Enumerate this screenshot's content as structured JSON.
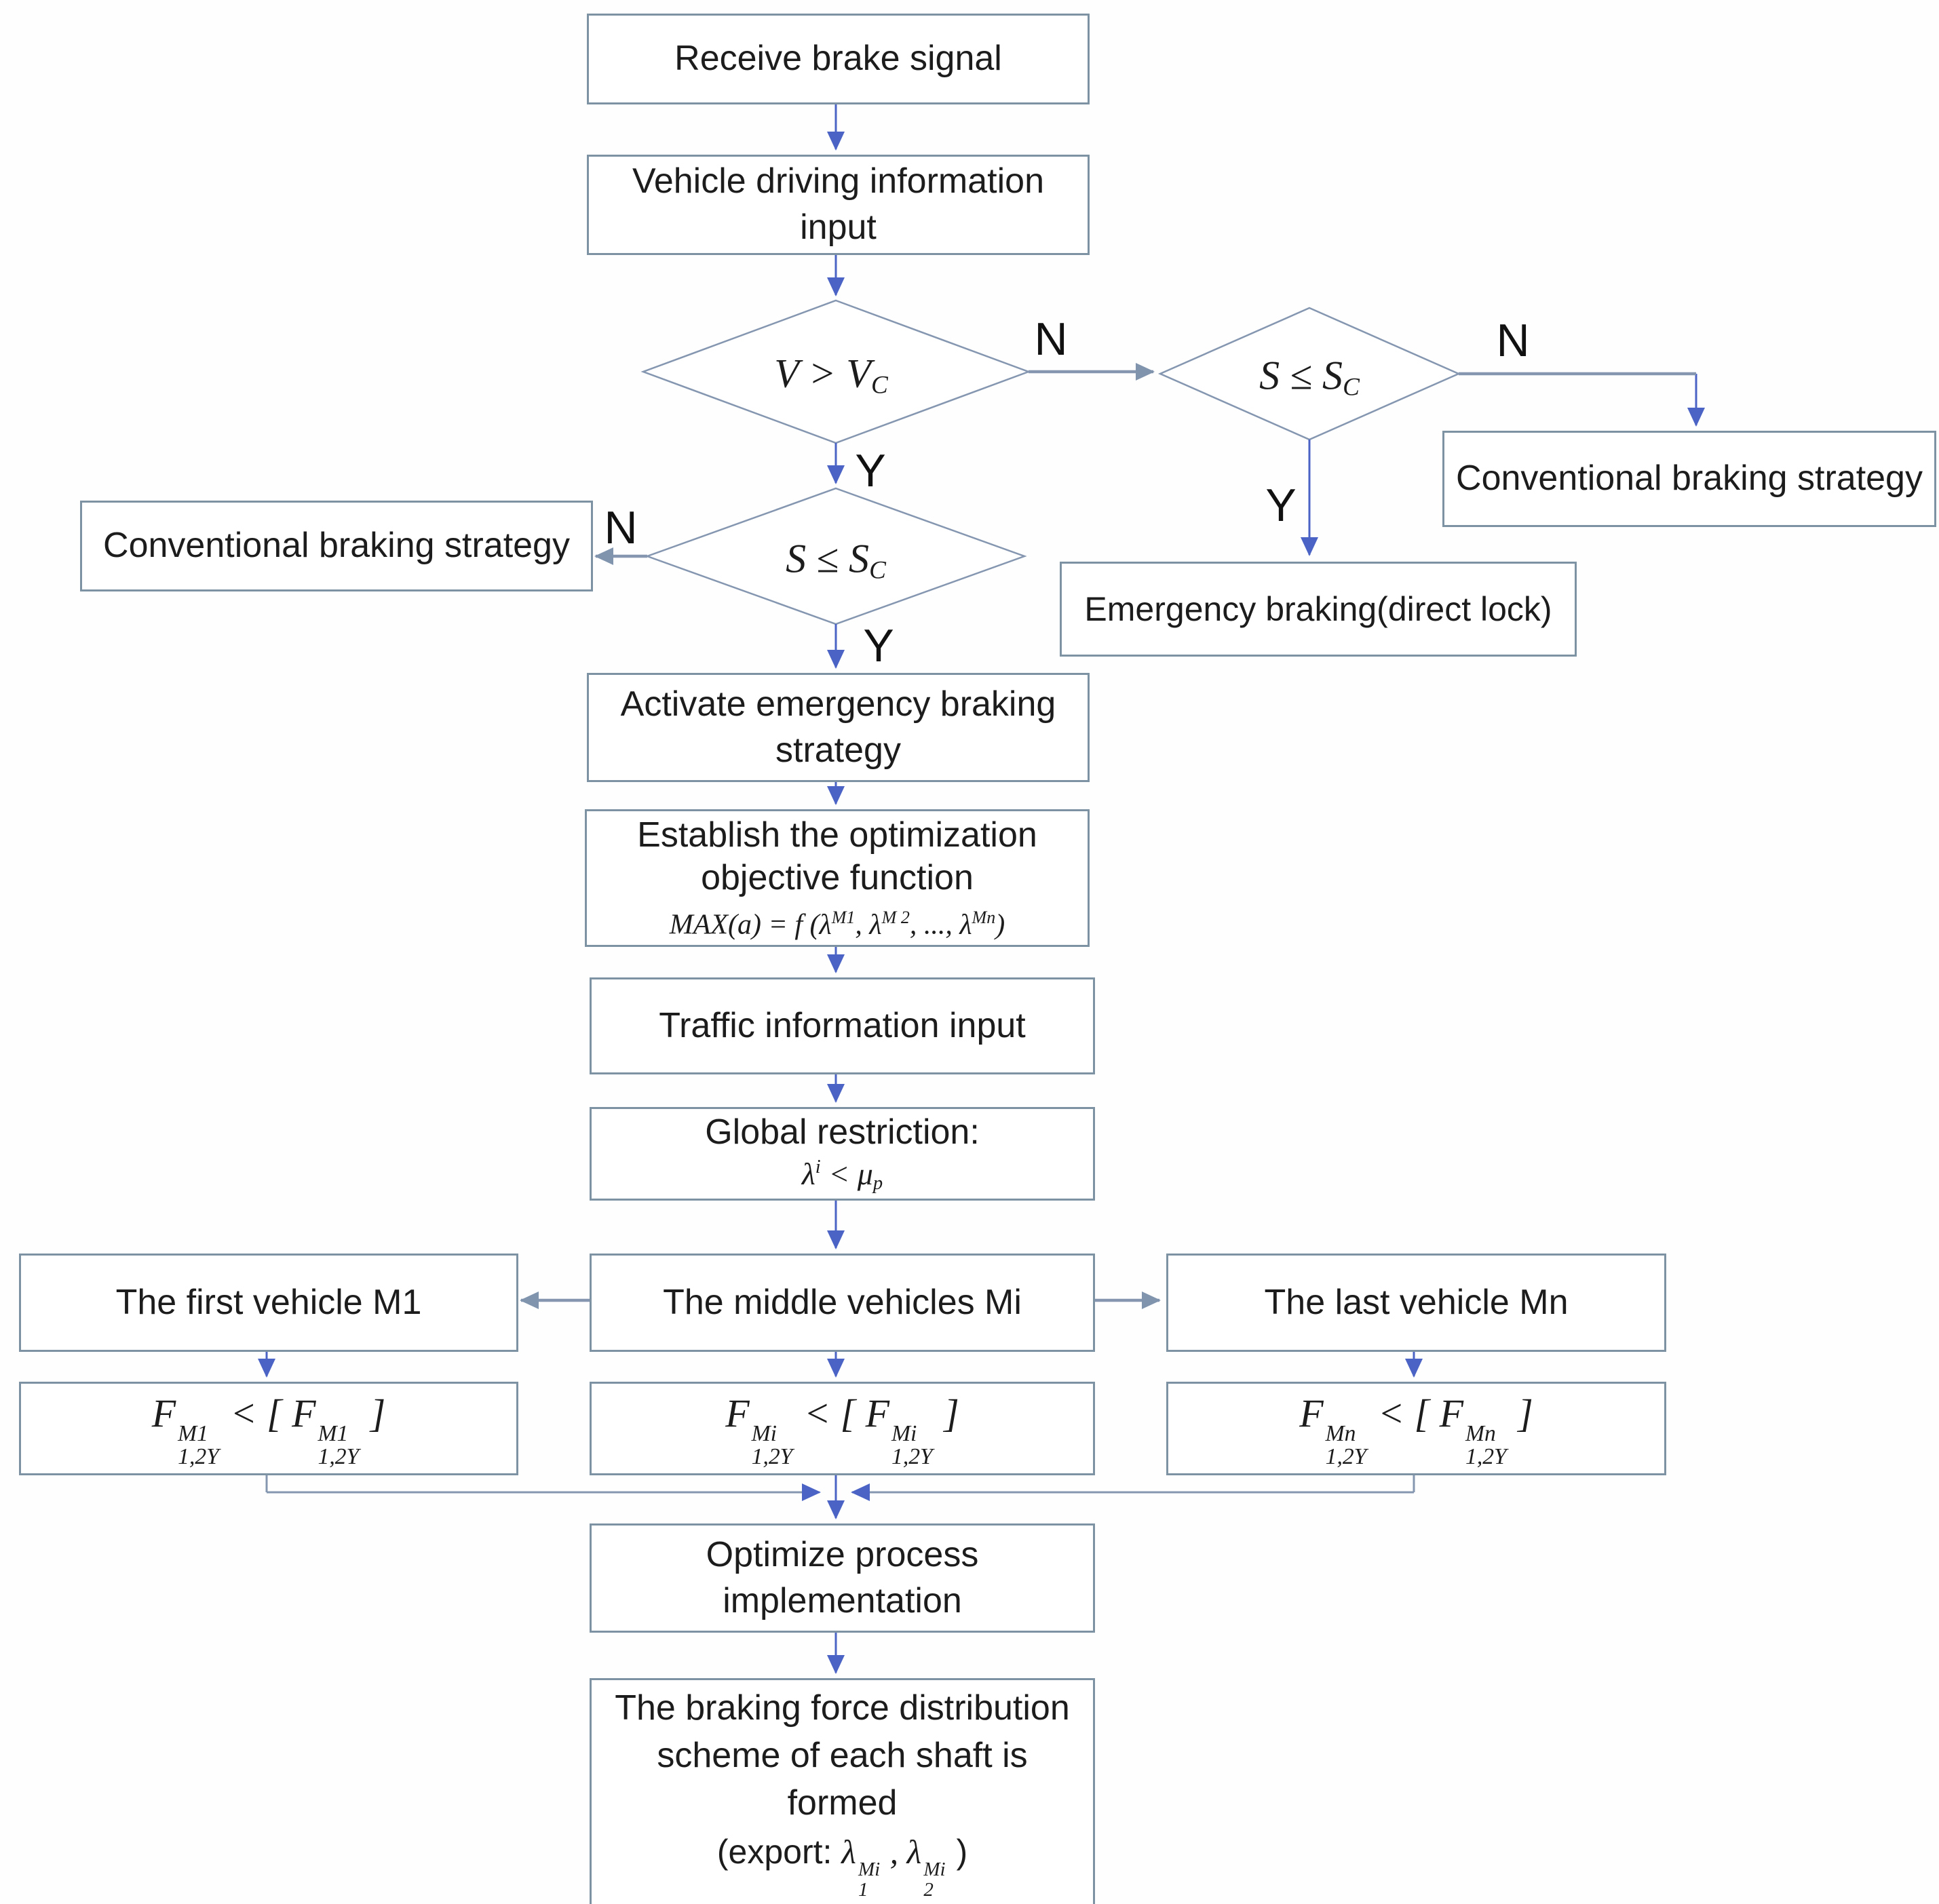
{
  "colors": {
    "box_border": "#7d93a4",
    "diamond_border": "#8496b0",
    "arrow_blue": "#4a63c5",
    "line_gray": "#8496b0",
    "text": "#1c1c1c"
  },
  "labels": {
    "yes": "Y",
    "no": "N"
  },
  "nodes": {
    "receive": {
      "label": "Receive brake signal"
    },
    "vehicle_info": {
      "line1": "Vehicle driving information",
      "line2": "input"
    },
    "decision_speed": {
      "formula": [
        {
          "t": "V > V"
        },
        {
          "sub": "C"
        }
      ]
    },
    "decision_distance_right": {
      "formula": [
        {
          "t": "S ≤ S"
        },
        {
          "sub": "C"
        }
      ]
    },
    "decision_distance_left": {
      "formula": [
        {
          "t": "S ≤ S"
        },
        {
          "sub": "C"
        }
      ]
    },
    "conventional_right": {
      "label": "Conventional braking strategy"
    },
    "conventional_left": {
      "label": "Conventional braking strategy"
    },
    "emergency_direct": {
      "label": "Emergency braking(direct lock)"
    },
    "activate": {
      "line1": "Activate emergency braking",
      "line2": "strategy"
    },
    "establish": {
      "line1": "Establish the optimization",
      "line2": "objective function",
      "formula": [
        {
          "t": "MAX(a) = f (λ"
        },
        {
          "sup": "M1"
        },
        {
          "t": ", λ"
        },
        {
          "sup": "M 2"
        },
        {
          "t": ", ..., λ"
        },
        {
          "sup": "Mn"
        },
        {
          "t": ")"
        }
      ]
    },
    "traffic": {
      "label": "Traffic information input"
    },
    "global_restriction": {
      "label": "Global restriction:",
      "formula": [
        {
          "t": "λ"
        },
        {
          "sup": "i"
        },
        {
          "t": " < μ"
        },
        {
          "sub": "p"
        }
      ]
    },
    "first_vehicle": {
      "label": "The first vehicle M1"
    },
    "middle_vehicle": {
      "label": "The middle vehicles Mi"
    },
    "last_vehicle": {
      "label": "The last vehicle Mn"
    },
    "constraint_first": {
      "formula": [
        {
          "t": "F"
        },
        {
          "sup": "M1",
          "sub": "1,2Y"
        },
        {
          "t": " < [ F"
        },
        {
          "sup": "M1",
          "sub": "1,2Y"
        },
        {
          "t": " ]"
        }
      ]
    },
    "constraint_middle": {
      "formula": [
        {
          "t": "F"
        },
        {
          "sup": "Mi",
          "sub": "1,2Y"
        },
        {
          "t": " < [ F"
        },
        {
          "sup": "Mi",
          "sub": "1,2Y"
        },
        {
          "t": " ]"
        }
      ]
    },
    "constraint_last": {
      "formula": [
        {
          "t": "F"
        },
        {
          "sup": "Mn",
          "sub": "1,2Y"
        },
        {
          "t": " < [ F"
        },
        {
          "sup": "Mn",
          "sub": "1,2Y"
        },
        {
          "t": " ]"
        }
      ]
    },
    "optimize": {
      "line1": "Optimize process",
      "line2": "implementation"
    },
    "final": {
      "line1": "The braking force distribution",
      "line2": "scheme of each shaft is",
      "line3": "formed",
      "export": [
        {
          "t": "(export:  "
        },
        {
          "t": "λ",
          "i": 1
        },
        {
          "sup": "Mi",
          "sub": "1",
          "i": 1
        },
        {
          "t": " , ",
          "i": 1
        },
        {
          "t": "λ",
          "i": 1
        },
        {
          "sup": "Mi",
          "sub": "2",
          "i": 1
        },
        {
          "t": " )"
        }
      ]
    }
  }
}
